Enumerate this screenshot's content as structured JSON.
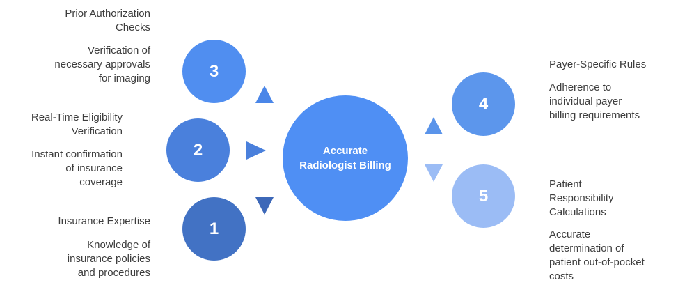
{
  "center": {
    "line1": "Accurate",
    "line2": "Radiologist Billing"
  },
  "steps": [
    {
      "number": "1",
      "title": "Insurance Expertise",
      "desc_lines": [
        "Knowledge of",
        "insurance policies",
        "and procedures"
      ]
    },
    {
      "number": "2",
      "title_lines": [
        "Real-Time Eligibility",
        "Verification"
      ],
      "desc_lines": [
        "Instant confirmation",
        "of insurance",
        "coverage"
      ]
    },
    {
      "number": "3",
      "title_lines": [
        "Prior Authorization",
        "Checks"
      ],
      "desc_lines": [
        "Verification of",
        "necessary approvals",
        "for imaging"
      ]
    },
    {
      "number": "4",
      "title": "Payer-Specific Rules",
      "desc_lines": [
        "Adherence to",
        "individual payer",
        "billing requirements"
      ]
    },
    {
      "number": "5",
      "title_lines": [
        "Patient",
        "Responsibility",
        "Calculations"
      ],
      "desc_lines": [
        "Accurate",
        "determination of",
        "patient out-of-pocket",
        "costs"
      ]
    }
  ],
  "colors": {
    "center": "#4f8ff4",
    "step1": "#4272c4",
    "step2": "#4a80dc",
    "step3": "#508ef0",
    "step4": "#5c96ec",
    "step5": "#9bbcf5",
    "arrow1": "#3d68b8",
    "arrow2": "#4a80dc",
    "arrow3": "#4a86e8",
    "arrow4": "#5a94ea",
    "arrow5": "#9bbcf5"
  }
}
